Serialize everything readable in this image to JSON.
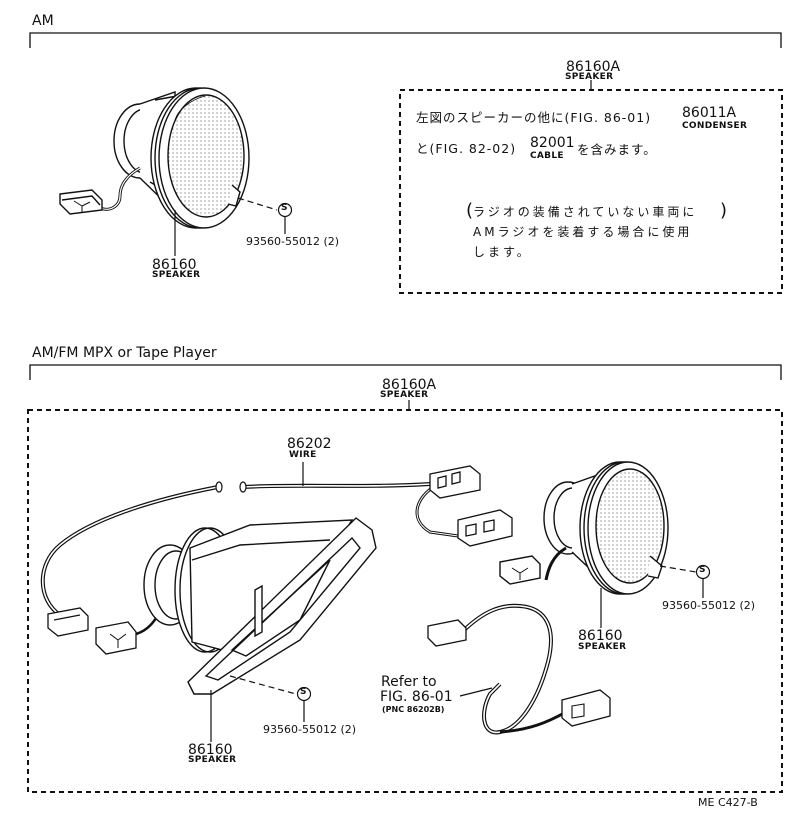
{
  "sections": {
    "am": {
      "title": "AM",
      "kit": {
        "part_no": "86160A",
        "name": "SPEAKER"
      },
      "note": {
        "line1_prefix": "左図のスピーカーの他に(FIG. 86-01)",
        "line1_part": "86011A",
        "line1_part_name": "CONDENSER",
        "line2_prefix": "と(FIG. 82-02)",
        "line2_part": "82001",
        "line2_part_name": "CABLE",
        "line2_suffix": "を含みます。",
        "paren_line1": "ラジオの装備されていない車両に",
        "paren_line2": "AMラジオを装着する場合に使用",
        "paren_line3": "します。"
      },
      "speaker": {
        "part_no": "86160",
        "name": "SPEAKER"
      },
      "screw": {
        "symbol": "S",
        "part_no": "93560-55012 (2)"
      }
    },
    "amfm": {
      "title": "AM/FM MPX or Tape Player",
      "kit": {
        "part_no": "86160A",
        "name": "SPEAKER"
      },
      "wire": {
        "part_no": "86202",
        "name": "WIRE"
      },
      "speaker_left": {
        "part_no": "86160",
        "name": "SPEAKER"
      },
      "screw_left": {
        "symbol": "S",
        "part_no": "93560-55012 (2)"
      },
      "speaker_right": {
        "part_no": "86160",
        "name": "SPEAKER"
      },
      "screw_right": {
        "symbol": "S",
        "part_no": "93560-55012 (2)"
      },
      "refer": {
        "line1": "Refer to",
        "line2": "FIG. 86-01",
        "line3": "(PNC 86202B)"
      }
    }
  },
  "footer_code": "ME C427-B"
}
